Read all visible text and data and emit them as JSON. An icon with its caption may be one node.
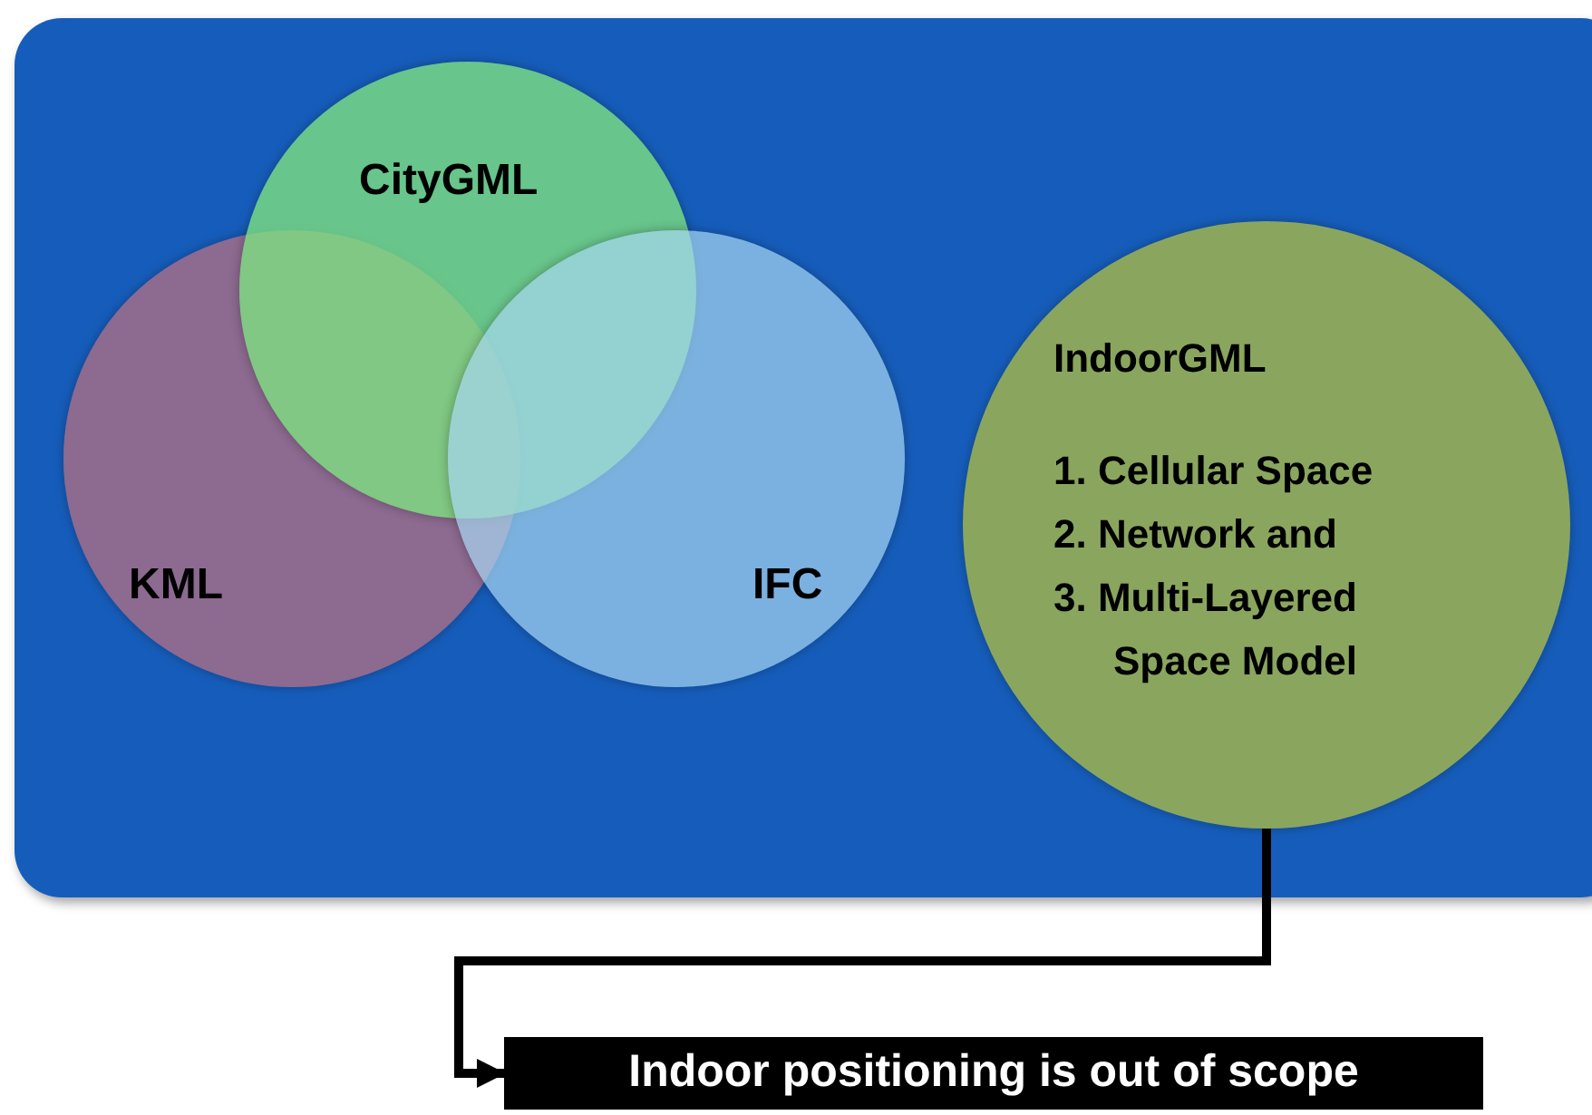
{
  "diagram": {
    "nodes": [
      {
        "text": [],
        "shape": "box"
      },
      {
        "text": [
          "KML"
        ],
        "in": 0
      },
      {
        "text": [
          "CityGML"
        ],
        "in": 0
      },
      {
        "text": [
          "IFC"
        ],
        "in": 0
      },
      {
        "text": [
          "IndoorGML",
          "1. Cellular Space",
          "2. Network and",
          "3. Multi-Layered Space Model"
        ],
        "in": 0
      },
      {
        "text": [
          "Indoor positioning is out of scope"
        ]
      }
    ],
    "edges": [
      {
        "from": 4,
        "to": 5,
        "arrow": "to"
      }
    ]
  }
}
